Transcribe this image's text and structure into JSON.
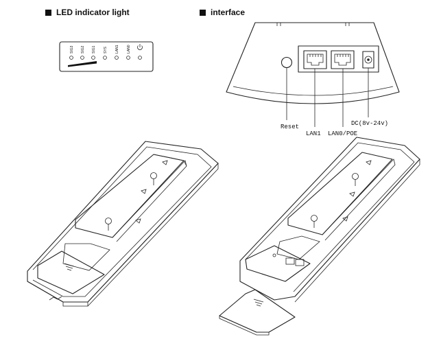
{
  "headings": {
    "led": "LED indicator light",
    "interface": "interface"
  },
  "led_panel": {
    "labels": [
      "SIG3",
      "SIG2",
      "SIG1",
      "SYS",
      "LAN1",
      "LAN0"
    ],
    "power_icon": "power-icon"
  },
  "interface_panel": {
    "callouts": {
      "reset": "Reset",
      "lan1": "LAN1",
      "lan0": "LAN0/POE",
      "dc": "DC(8v-24v)"
    }
  }
}
